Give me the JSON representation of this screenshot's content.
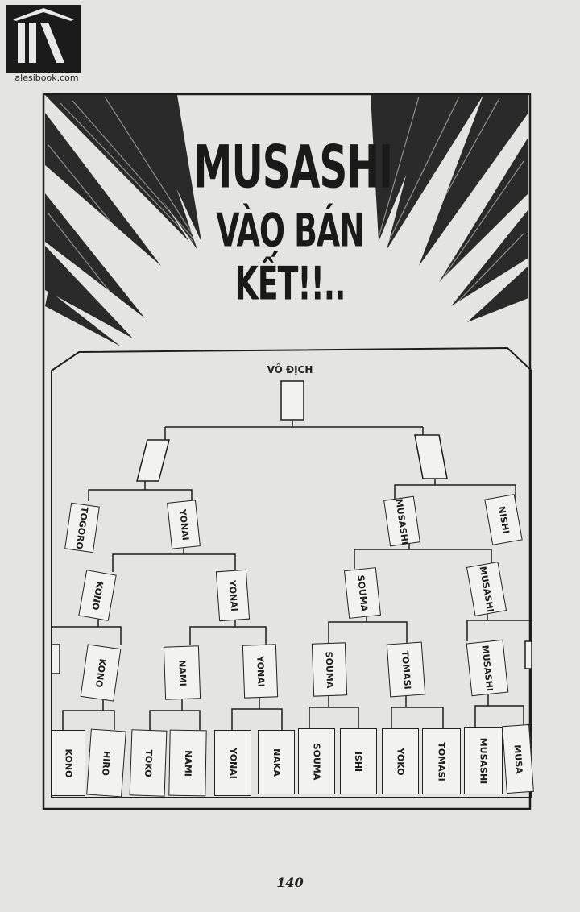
{
  "watermark": {
    "text": "alesibook.com"
  },
  "title": {
    "line1": "MUSASHI",
    "line2": "VÀO BÁN KẾT!!.."
  },
  "bracket": {
    "champion_label": "VÔ ĐỊCH",
    "quarterfinals": [
      "TOGORO",
      "YONAI",
      "MUSASHI",
      "NISHI"
    ],
    "round_of_16": [
      "KONO",
      "YONAI",
      "SOUMA",
      "MUSASHI"
    ],
    "round_of_32": [
      "KONO",
      "NAMI",
      "YONAI",
      "SOUMA",
      "TOMASI",
      "MUSASHI"
    ],
    "first_round": [
      "KONO",
      "HIRO",
      "TOKO",
      "NAMI",
      "YONAI",
      "NAKA",
      "SOUMA",
      "ISHI",
      "YOKO",
      "TOMASI",
      "MUSASHI",
      "MUSA"
    ]
  },
  "page_number": "140"
}
